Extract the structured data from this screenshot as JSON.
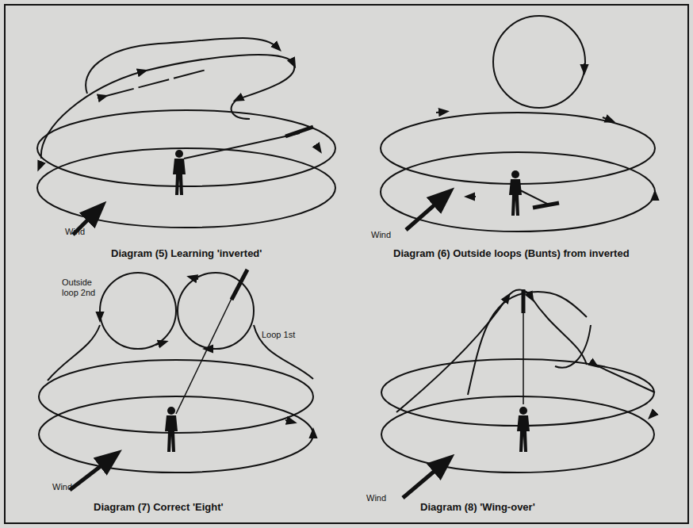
{
  "diagram": {
    "labels": [
      "Wind",
      "Diagram (5) Learning 'inverted'",
      "Wind",
      "Diagram (6) Outside loops (Bunts) from inverted",
      "Outside loop 2nd",
      "Loop 1st",
      "Wind",
      "Diagram (7) Correct 'Eight'",
      "Wind",
      "Diagram (8) 'Wing-over'"
    ]
  }
}
